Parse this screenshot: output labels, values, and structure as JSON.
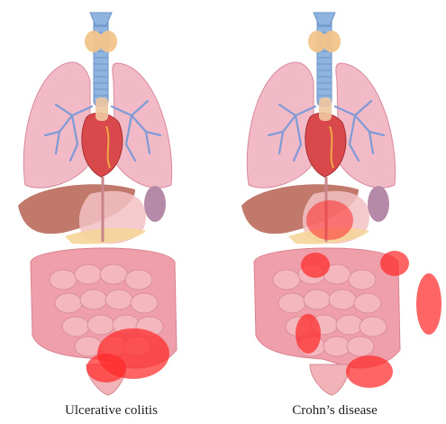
{
  "panels": [
    {
      "id": "uc",
      "caption": "Ulcerative colitis"
    },
    {
      "id": "cd",
      "caption": "Crohn’s disease"
    }
  ],
  "colors": {
    "thyroid": "#f2c48a",
    "trachea": "#8fb4e0",
    "lung": "#f2b9c6",
    "bronchi": "#7f9bd6",
    "heart": "#d9484a",
    "liver": "#b96a5a",
    "stomach": "#f3c1c3",
    "spleen": "#b58aa8",
    "intestine": "#f3b7bd",
    "colon": "#ef9aa6",
    "bladder": "#f2b3b8",
    "inflammation": "#ff2a2a"
  },
  "lesion_pattern": {
    "uc": "continuous",
    "cd": "patchy"
  }
}
